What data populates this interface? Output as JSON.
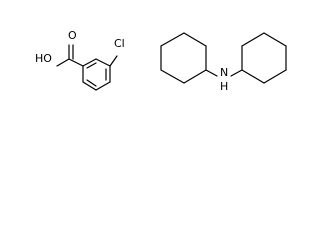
{
  "molecules": [
    {
      "atom_labels": {
        "hydroxyl": "HO",
        "carbonyl_oxygen": "O",
        "chlorine": "Cl"
      }
    },
    {
      "atom_labels": {
        "amine": "N",
        "amine_hydrogen": "H"
      }
    }
  ]
}
